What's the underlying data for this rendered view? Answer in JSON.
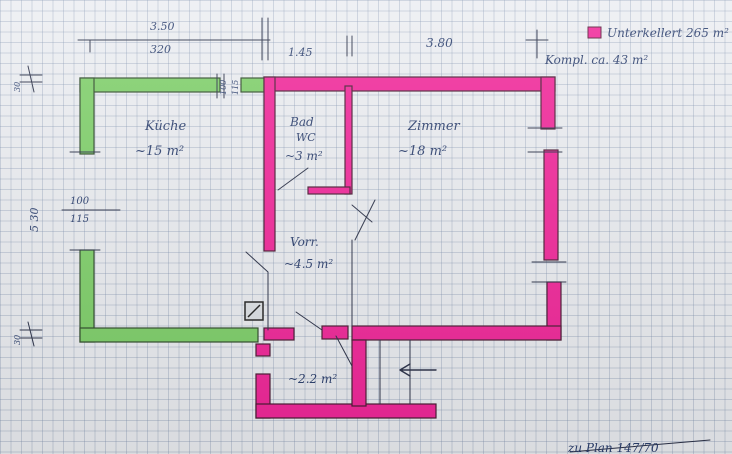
{
  "legend": {
    "title": "Unterkellert 265 m²",
    "subtitle": "Kompl. ca. 43 m²",
    "color": "#f2279a"
  },
  "dimensions": {
    "top_outer": "3.50",
    "top_inner": "320",
    "wall_1": "100",
    "wall_2": "115",
    "middle": "1.45",
    "right": "3.80",
    "left_height": "5 30",
    "left_top": "30",
    "left_bottom": "30",
    "opening_outer": "100",
    "opening_inner": "115"
  },
  "rooms": {
    "kueche": {
      "name": "Küche",
      "area": "~15 m²"
    },
    "bad": {
      "name": "Bad",
      "sub": "WC",
      "area": "~3 m²"
    },
    "zimmer": {
      "name": "Zimmer",
      "area": "~18 m²"
    },
    "vorraum": {
      "name": "Vorr.",
      "area": "~4.5 m²"
    },
    "stair": {
      "area": "~2.2 m²"
    }
  },
  "footer": {
    "note": "zu Plan 147/70"
  },
  "colors": {
    "basement": "#f2279a",
    "ground": "#7fd06a",
    "ink": "#2b3f6e"
  }
}
